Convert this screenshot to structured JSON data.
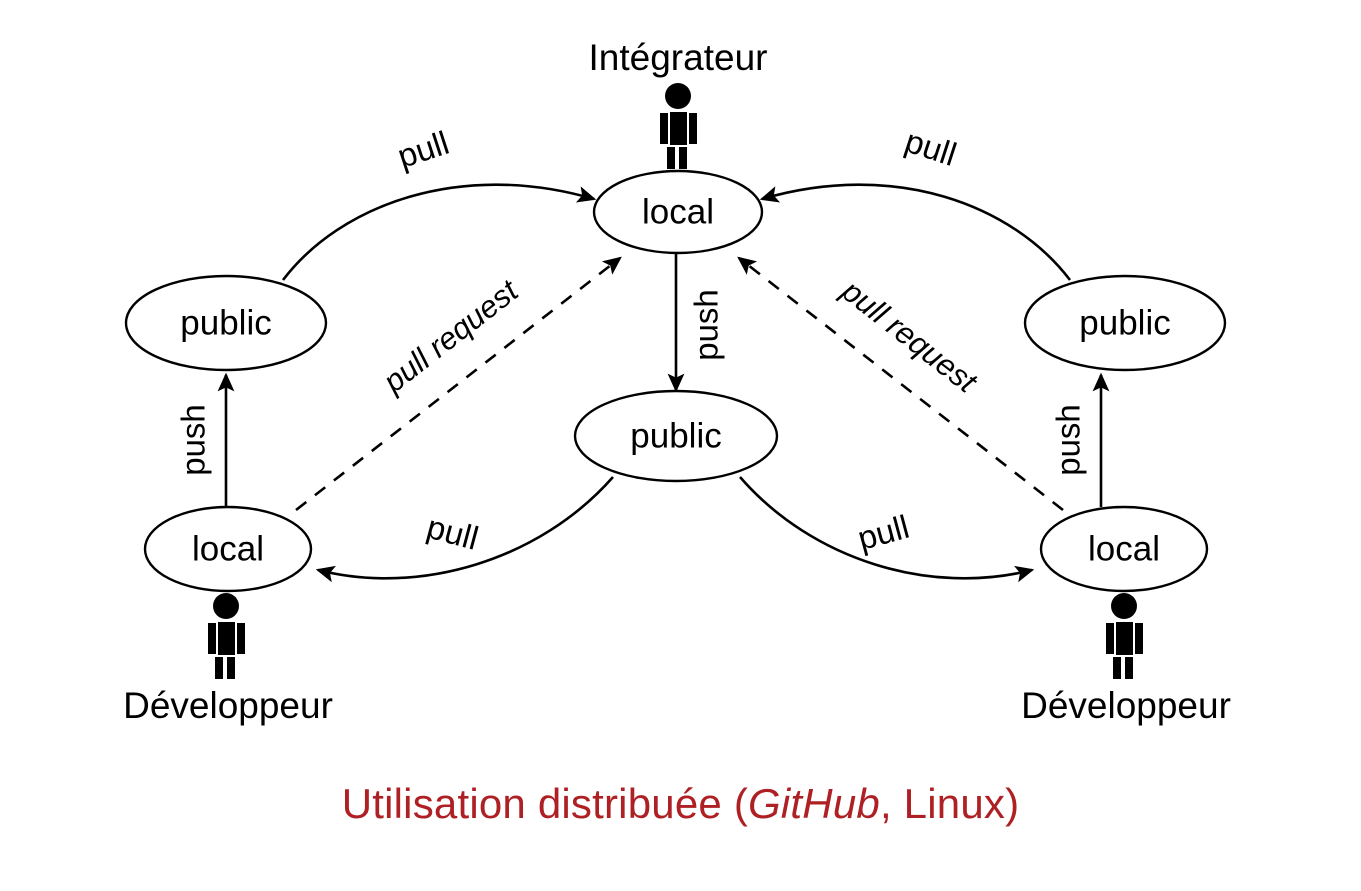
{
  "diagram": {
    "title": "Utilisation distribuée (GitHub, Linux)",
    "caption": {
      "prefix": "Utilisation distribuée (",
      "emphasis": "GitHub",
      "suffix": ", Linux)",
      "color": "#AE2024"
    },
    "colors": {
      "stroke": "#000000",
      "node_fill": "#ffffff",
      "background": "#ffffff",
      "caption": "#AE2024"
    },
    "actors": [
      {
        "id": "integrator",
        "label": "Intégrateur"
      },
      {
        "id": "developer-left",
        "label": "Développeur"
      },
      {
        "id": "developer-right",
        "label": "Développeur"
      }
    ],
    "nodes": [
      {
        "id": "integrator-local",
        "label": "local"
      },
      {
        "id": "integrator-public",
        "label": "public"
      },
      {
        "id": "dev-left-public",
        "label": "public"
      },
      {
        "id": "dev-left-local",
        "label": "local"
      },
      {
        "id": "dev-right-public",
        "label": "public"
      },
      {
        "id": "dev-right-local",
        "label": "local"
      }
    ],
    "edges": [
      {
        "id": "pull-top-left",
        "label": "pull",
        "style": "solid",
        "from": "dev-left-public",
        "to": "integrator-local"
      },
      {
        "id": "pull-top-right",
        "label": "pull",
        "style": "solid",
        "from": "dev-right-public",
        "to": "integrator-local"
      },
      {
        "id": "pull-request-left",
        "label": "pull request",
        "style": "dashed",
        "from": "dev-left-local",
        "to": "integrator-local"
      },
      {
        "id": "pull-request-right",
        "label": "pull request",
        "style": "dashed",
        "from": "dev-right-local",
        "to": "integrator-local"
      },
      {
        "id": "push-center",
        "label": "push",
        "style": "solid",
        "from": "integrator-local",
        "to": "integrator-public"
      },
      {
        "id": "push-left",
        "label": "push",
        "style": "solid",
        "from": "dev-left-local",
        "to": "dev-left-public"
      },
      {
        "id": "push-right",
        "label": "push",
        "style": "solid",
        "from": "dev-right-local",
        "to": "dev-right-public"
      },
      {
        "id": "pull-bottom-left",
        "label": "pull",
        "style": "solid",
        "from": "integrator-public",
        "to": "dev-left-local"
      },
      {
        "id": "pull-bottom-right",
        "label": "pull",
        "style": "solid",
        "from": "integrator-public",
        "to": "dev-right-local"
      }
    ]
  }
}
